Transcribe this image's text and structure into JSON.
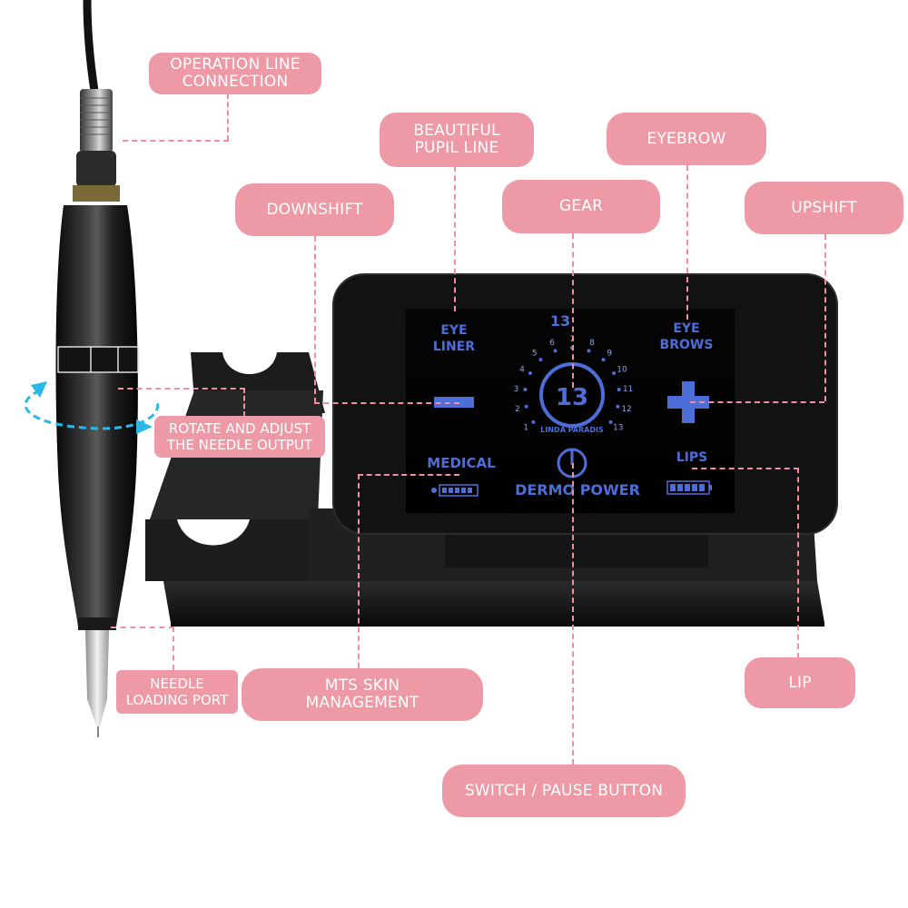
{
  "callouts": {
    "operation_line": [
      "OPERATION LINE",
      "CONNECTION"
    ],
    "beautiful_pupil_line": [
      "BEAUTIFUL",
      "PUPIL LINE"
    ],
    "eyebrow": "EYEBROW",
    "downshift": "DOWNSHIFT",
    "gear": "GEAR",
    "upshift": "UPSHIFT",
    "rotate_adjust": [
      "ROTATE AND ADJUST",
      "THE NEEDLE OUTPUT"
    ],
    "needle_loading_port": [
      "NEEDLE",
      "LOADING PORT"
    ],
    "mts_skin_management": [
      "MTS SKIN",
      "MANAGEMENT"
    ],
    "lip": "LIP",
    "switch_pause": "SWITCH / PAUSE BUTTON"
  },
  "screen": {
    "eye_liner": [
      "EYE",
      "LINER"
    ],
    "eye_brows": [
      "EYE",
      "BROWS"
    ],
    "medical": "MEDICAL",
    "lips": "LIPS",
    "brand_power": "DERMO POWER",
    "brand_ring": "LINDA PARADIS",
    "gear_value": "13",
    "gear_numbers": [
      "1",
      "2",
      "3",
      "4",
      "5",
      "6",
      "7",
      "8",
      "9",
      "10",
      "11",
      "12",
      "13"
    ]
  },
  "colors": {
    "callout_fill": "#ed9aa6",
    "leader_line": "#ef8fa2",
    "screen_accent": "#4d6ed9",
    "rotate_arrow": "#29b8e6",
    "device_body": "#1b1b1c"
  }
}
